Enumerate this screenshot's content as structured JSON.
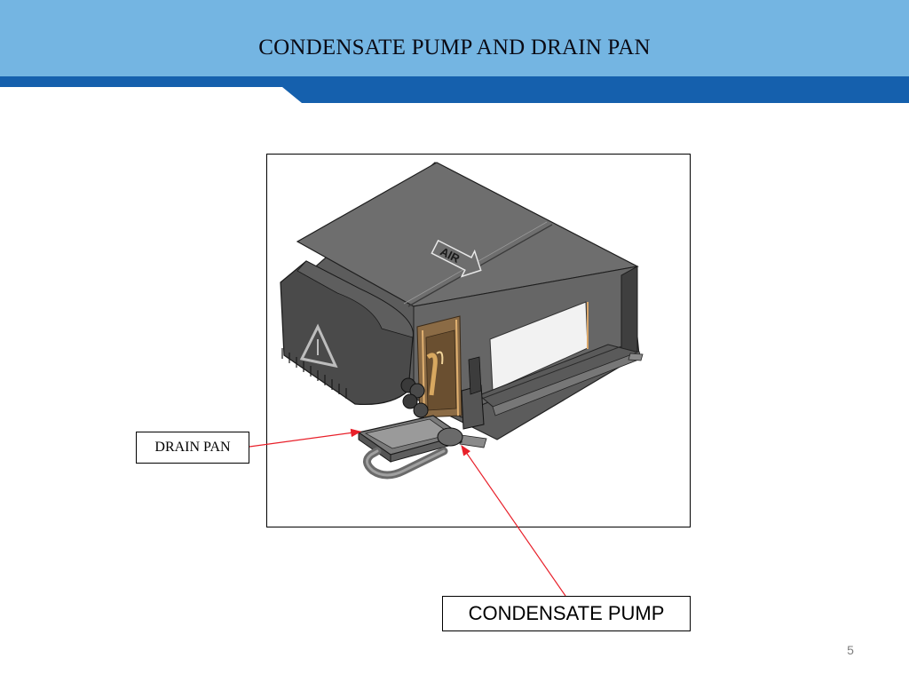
{
  "slide": {
    "title": "CONDENSATE PUMP AND DRAIN PAN",
    "page_number": "5"
  },
  "figure": {
    "unit_label": "AIR"
  },
  "callouts": {
    "drain_pan": "DRAIN PAN",
    "condensate_pump": "CONDENSATE PUMP"
  },
  "colors": {
    "header_light": "#74b5e2",
    "header_dark": "#1560ad",
    "arrow": "#e8202a"
  }
}
